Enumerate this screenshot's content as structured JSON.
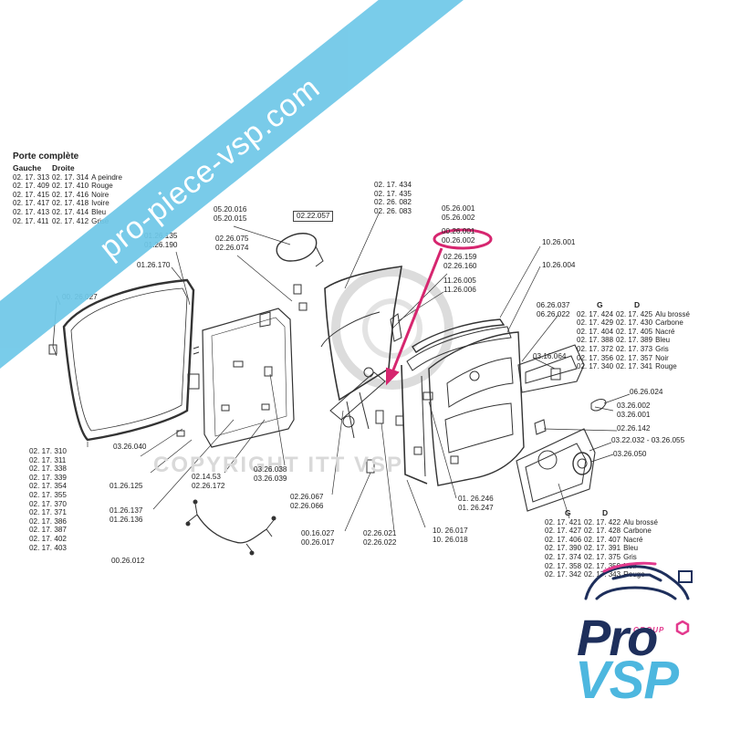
{
  "porte_complete": {
    "title": "Porte complète",
    "col_left": "Gauche",
    "col_right": "Droite",
    "rows": [
      [
        "02. 17. 313",
        "02. 17. 314",
        "A peindre"
      ],
      [
        "02. 17. 409",
        "02. 17. 410",
        "Rouge"
      ],
      [
        "02. 17. 415",
        "02. 17. 416",
        "Noire"
      ],
      [
        "02. 17. 417",
        "02. 17. 418",
        "Ivoire"
      ],
      [
        "02. 17. 413",
        "02. 17. 414",
        "Bleu"
      ],
      [
        "02. 17. 411",
        "02. 17. 412",
        "Grise"
      ]
    ]
  },
  "banner": {
    "text": "pro-piece-vsp.com",
    "color": "#6fc8e8"
  },
  "watermark": "COPYRIGHT ITT VSP",
  "labels": {
    "l00_26_027": "00. 26.027",
    "l01_26_135": "01.26.135",
    "l01_26_190": "01.26.190",
    "l01_26_170": "01.26.170",
    "l05_20_016": "05.20.016",
    "l05_20_015": "05.20.015",
    "l02_22_057": "02.22.057",
    "l02_26_075": "02.26.075",
    "l02_26_074": "02.26.074",
    "l03_26_040": "03.26.040",
    "l01_26_125": "01.26.125",
    "l02_14_53": "02.14.53",
    "l02_26_172": "02.26.172",
    "l03_26_038": "03.26.038",
    "l03_26_039": "03.26.039",
    "l01_26_137": "01.26.137",
    "l01_26_136": "01.26.136",
    "l02_26_067": "02.26.067",
    "l02_26_066": "02.26.066",
    "l00_26_012": "00.26.012",
    "l00_16_027": "00.16.027",
    "l00_26_017": "00.26.017",
    "l02_26_021": "02.26.021",
    "l02_26_022": "02.26.022",
    "l10_26_017": "10. 26.017",
    "l10_26_018": "10. 26.018",
    "l01_26_246": "01. 26.246",
    "l01_26_247": "01. 26.247",
    "l02_17_434": "02. 17. 434",
    "l02_17_435": "02. 17. 435",
    "l02_26_082": "02. 26. 082",
    "l02_26_083": "02. 26. 083",
    "l05_26_001": "05.26.001",
    "l05_26_002": "05.26.002",
    "l00_26_001": "00.26.001",
    "l00_26_002": "00.26.002",
    "l02_26_159": "02.26.159",
    "l02_26_160": "02.26.160",
    "l11_26_005": "11.26.005",
    "l11_26_006": "11.26.006",
    "l10_26_001": "10.26.001",
    "l10_26_004": "10.26.004",
    "l06_26_037": "06.26.037",
    "l06_26_022": "06.26.022",
    "l03_16_064": "03.16.064",
    "l06_26_024": "06.26.024",
    "l03_26_002": "03.26.002",
    "l03_26_001": "03.26.001",
    "l02_26_142": "02.26.142",
    "l03_22_032": "03.22.032 - 03.26.055",
    "l03_26_050": "03.26.050"
  },
  "left_list": [
    "02. 17. 310",
    "02. 17. 311",
    "02. 17. 338",
    "02. 17. 339",
    "02. 17. 354",
    "02. 17. 355",
    "02. 17. 370",
    "02. 17. 371",
    "02. 17. 386",
    "02. 17. 387",
    "02. 17. 402",
    "02. 17. 403"
  ],
  "upper_table": {
    "g": "G",
    "d": "D",
    "rows": [
      [
        "02. 17. 424",
        "02. 17. 425",
        "Alu brossé"
      ],
      [
        "02. 17. 429",
        "02. 17. 430",
        "Carbone"
      ],
      [
        "02. 17. 404",
        "02. 17. 405",
        "Nacré"
      ],
      [
        "02. 17. 388",
        "02. 17. 389",
        "Bleu"
      ],
      [
        "02. 17. 372",
        "02. 17. 373",
        "Gris"
      ],
      [
        "02. 17. 356",
        "02. 17. 357",
        "Noir"
      ],
      [
        "02. 17. 340",
        "02. 17. 341",
        "Rouge"
      ]
    ]
  },
  "lower_table": {
    "g": "G",
    "d": "D",
    "rows": [
      [
        "02. 17. 421",
        "02. 17. 422",
        "Alu brossé"
      ],
      [
        "02. 17. 427",
        "02. 17. 428",
        "Carbone"
      ],
      [
        "02. 17. 406",
        "02. 17. 407",
        "Nacré"
      ],
      [
        "02. 17. 390",
        "02. 17. 391",
        "Bleu"
      ],
      [
        "02. 17. 374",
        "02. 17. 375",
        "Gris"
      ],
      [
        "02. 17. 358",
        "02. 17. 359",
        "Noir"
      ],
      [
        "02. 17. 342",
        "02. 17. 343",
        "Rouge"
      ]
    ]
  },
  "logo": {
    "group": "GROUP",
    "pro": "Pro",
    "vsp": "VSP",
    "pro_color": "#1e2f5c",
    "vsp_color": "#4db7df",
    "accent": "#e33a8e"
  },
  "highlight_color": "#d6266f"
}
